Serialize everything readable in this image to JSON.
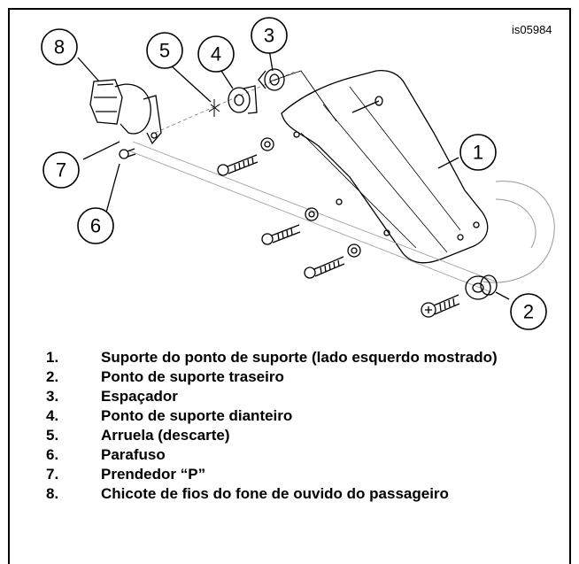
{
  "figure_id": "is05984",
  "callouts": [
    "1",
    "2",
    "3",
    "4",
    "5",
    "6",
    "7",
    "8"
  ],
  "legend": [
    {
      "num": "1.",
      "text": "Suporte do ponto de suporte (lado esquerdo mostrado)"
    },
    {
      "num": "2.",
      "text": "Ponto de suporte traseiro"
    },
    {
      "num": "3.",
      "text": "Espaçador"
    },
    {
      "num": "4.",
      "text": "Ponto de suporte dianteiro"
    },
    {
      "num": "5.",
      "text": "Arruela (descarte)"
    },
    {
      "num": "6.",
      "text": "Parafuso"
    },
    {
      "num": "7.",
      "text": "Prendedor “P”"
    },
    {
      "num": "8.",
      "text": "Chicote de fios do fone de ouvido do passageiro"
    }
  ]
}
